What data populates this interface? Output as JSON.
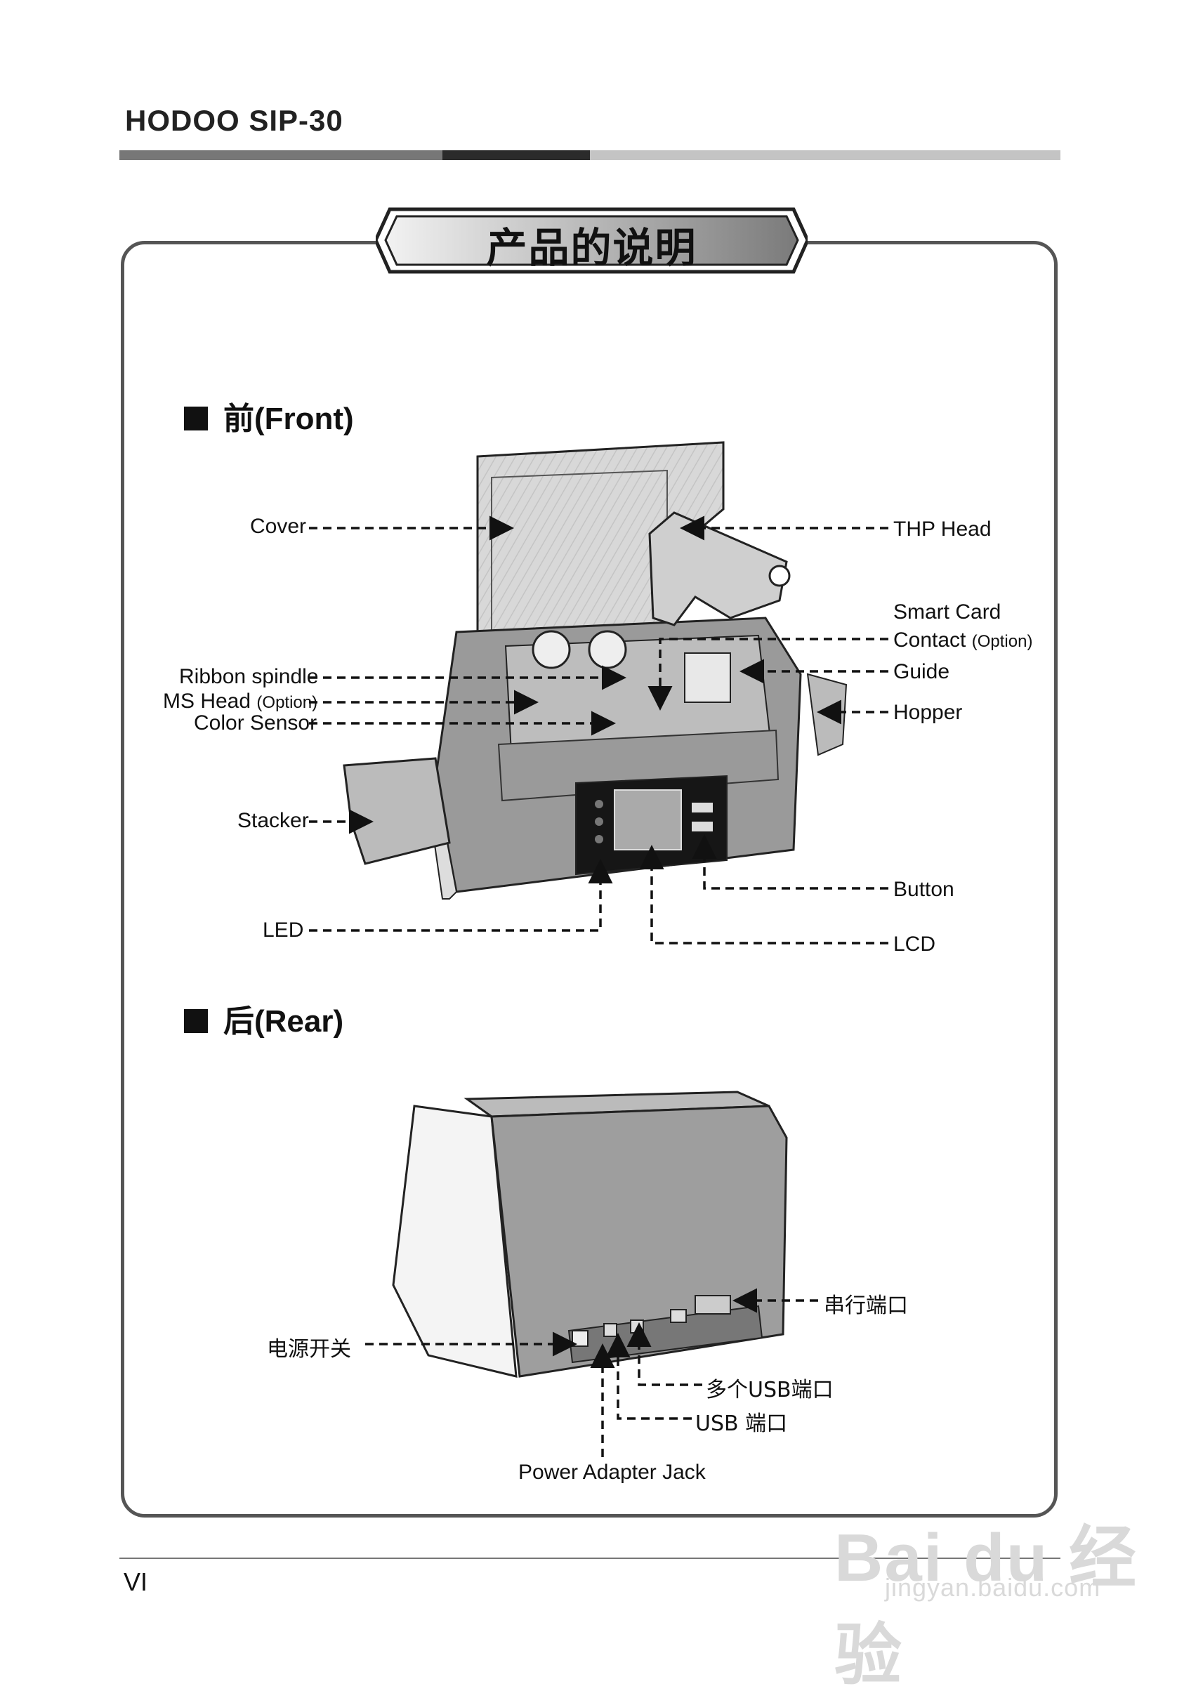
{
  "header": {
    "brand": "HODOO SIP-30",
    "accent_colors": [
      "#777777",
      "#2b2b2b",
      "#c4c4c4"
    ]
  },
  "banner": {
    "title": "产品的说明"
  },
  "front": {
    "heading": "前(Front)",
    "labels": {
      "cover": "Cover",
      "thp_head": "THP Head",
      "smart_card_line1": "Smart Card",
      "smart_card_line2": "Contact",
      "smart_card_option": "(Option)",
      "guide": "Guide",
      "hopper": "Hopper",
      "ribbon_spindle": "Ribbon spindle",
      "ms_head": "MS Head",
      "ms_head_option": "(Option)",
      "color_sensor": "Color Sensor",
      "stacker": "Stacker",
      "led": "LED",
      "button": "Button",
      "lcd": "LCD"
    }
  },
  "rear": {
    "heading": "后(Rear)",
    "labels": {
      "serial_port": "串行端口",
      "power_switch": "电源开关",
      "multi_usb": "多个USB端口",
      "usb_port": "USB 端口",
      "power_jack": "Power Adapter Jack"
    }
  },
  "footer": {
    "page_number": "VI"
  },
  "watermark": {
    "brand": "Bai du 经验",
    "url": "jingyan.baidu.com"
  }
}
